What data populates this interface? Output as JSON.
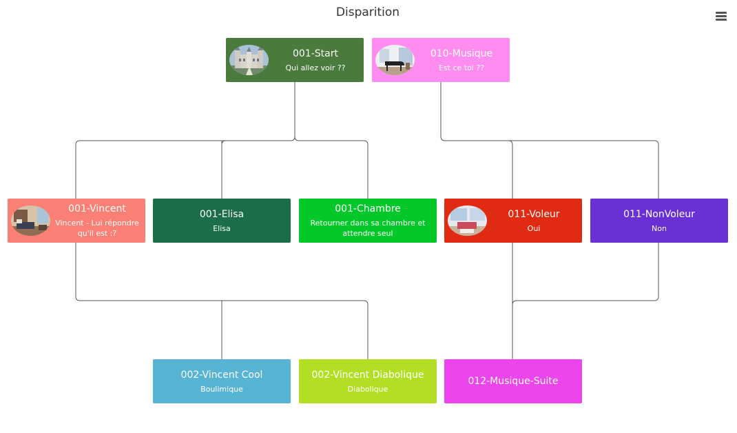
{
  "header": {
    "title": "Disparition",
    "menu_icon": "hamburger-icon"
  },
  "nodes": {
    "start": {
      "name": "001-Start",
      "desc": "Qui allez voir ??",
      "color": "#4a7a3c",
      "image": "castle-thumbnail"
    },
    "musique": {
      "name": "010-Musique",
      "desc": "Est ce toi ??",
      "color": "#ff8cf0",
      "image": "music-room-thumbnail"
    },
    "vincent": {
      "name": "001-Vincent",
      "desc": "Vincent - Lui répondre qu'il est :?",
      "color": "#fa8075",
      "image": "bedroom-thumbnail"
    },
    "elisa": {
      "name": "001-Elisa",
      "desc": "Elisa",
      "color": "#1b6e47"
    },
    "chambre": {
      "name": "001-Chambre",
      "desc": "Retourner dans sa chambre et attendre seul",
      "color": "#04c82a"
    },
    "voleur": {
      "name": "011-Voleur",
      "desc": "Oui",
      "color": "#e12a12",
      "image": "living-room-thumbnail"
    },
    "nonvoleur": {
      "name": "011-NonVoleur",
      "desc": "Non",
      "color": "#6930d6"
    },
    "vincent_cool": {
      "name": "002-Vincent Cool",
      "desc": "Boulimique",
      "color": "#57b4d3"
    },
    "vincent_diabolique": {
      "name": "002-Vincent Diabolique",
      "desc": "Diabolique",
      "color": "#b2de24"
    },
    "musique_suite": {
      "name": "012-Musique-Suite",
      "desc": "",
      "color": "#ec45ee"
    }
  },
  "edges": [
    [
      "start",
      "vincent"
    ],
    [
      "start",
      "elisa"
    ],
    [
      "start",
      "chambre"
    ],
    [
      "musique",
      "voleur"
    ],
    [
      "musique",
      "nonvoleur"
    ],
    [
      "vincent",
      "vincent_cool"
    ],
    [
      "vincent",
      "vincent_diabolique"
    ],
    [
      "voleur",
      "musique_suite"
    ],
    [
      "nonvoleur",
      "musique_suite"
    ]
  ]
}
